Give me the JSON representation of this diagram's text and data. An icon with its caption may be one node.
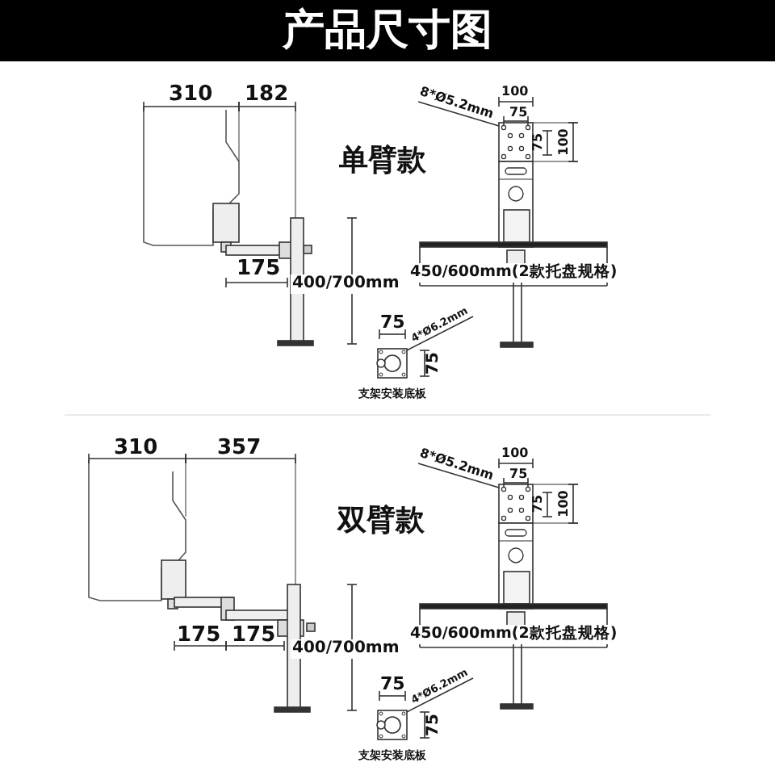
{
  "diagram": {
    "nodes": [
      {
        "text": [
          "产品尺寸图"
        ]
      },
      {
        "text": [
          "8*Ø5.2mm"
        ]
      },
      {
        "text": [
          "4*Ø6.2mm"
        ]
      },
      {
        "text": [
          "8*Ø5.2mm"
        ]
      },
      {
        "text": [
          "4*Ø6.2mm"
        ]
      },
      {
        "text": [],
        "shape": "box"
      },
      {
        "text": [],
        "shape": "box"
      },
      {
        "text": [],
        "shape": "box"
      },
      {
        "text": [],
        "shape": "box"
      }
    ],
    "edges": [
      {
        "from": 1,
        "to": 5,
        "arrow": "none"
      },
      {
        "from": 2,
        "to": 6,
        "arrow": "none"
      },
      {
        "from": 3,
        "to": 7,
        "arrow": "none"
      },
      {
        "from": 4,
        "to": 8,
        "arrow": "none"
      }
    ],
    "labels": [
      "310",
      "182",
      "单臂款",
      "100",
      "75",
      "75",
      "100",
      "175",
      "400/700mm",
      "450/600mm(2款托盘规格)",
      "75",
      "75",
      "支架安装底板",
      "310",
      "357",
      "双臂款",
      "100",
      "75",
      "75",
      "100",
      "175",
      "175",
      "400/700mm",
      "450/600mm(2款托盘规格)",
      "75",
      "75",
      "支架安装底板"
    ]
  }
}
